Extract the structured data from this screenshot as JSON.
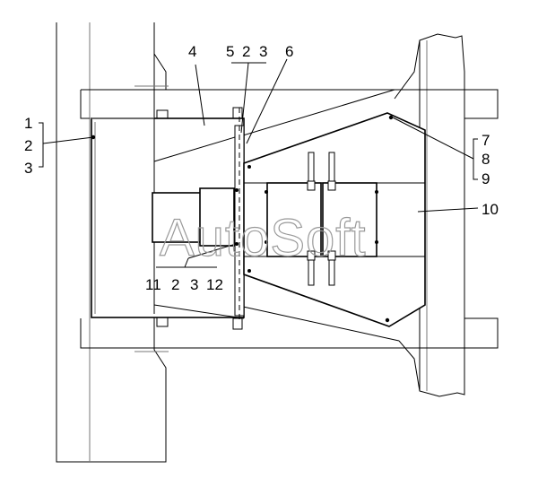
{
  "callouts": {
    "left_group": [
      "1",
      "2",
      "3"
    ],
    "top_4": "4",
    "top_5": "5",
    "top_2": "2",
    "top_3": "3",
    "top_6": "6",
    "right_group": [
      "7",
      "8",
      "9"
    ],
    "right_10": "10",
    "bottom_11": "11",
    "bottom_2": "2",
    "bottom_3": "3",
    "bottom_12": "12"
  },
  "watermark": "AutoSoft"
}
